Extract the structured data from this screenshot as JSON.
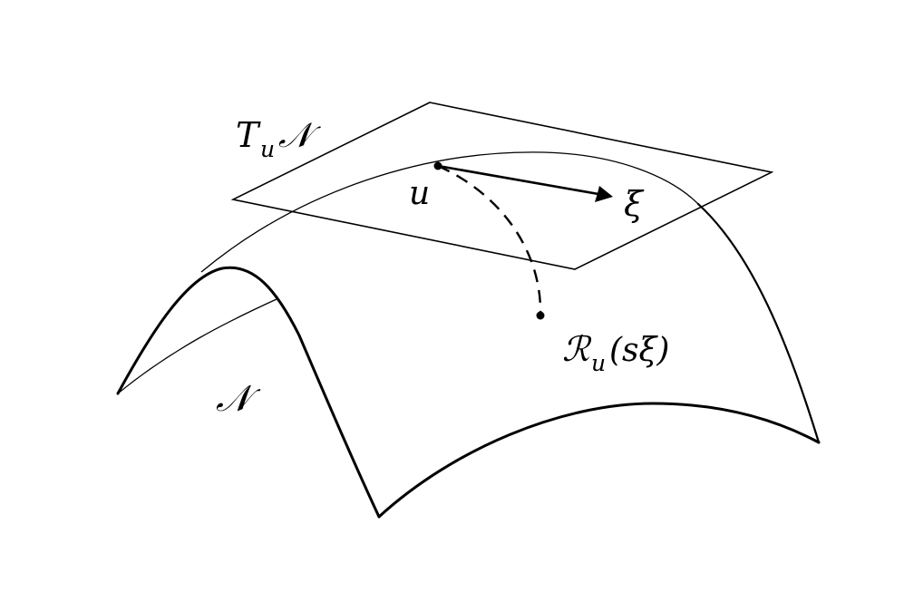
{
  "diagram": {
    "labels": {
      "tangent_space": {
        "base": "T",
        "subscript": "u",
        "manifold": "𝒩"
      },
      "point": "u",
      "vector": "ξ",
      "manifold": "𝒩",
      "retraction": {
        "symbol": "ℛ",
        "subscript": "u",
        "argument": "(sξ)"
      }
    },
    "colors": {
      "stroke": "#000000",
      "background": "#ffffff"
    }
  }
}
